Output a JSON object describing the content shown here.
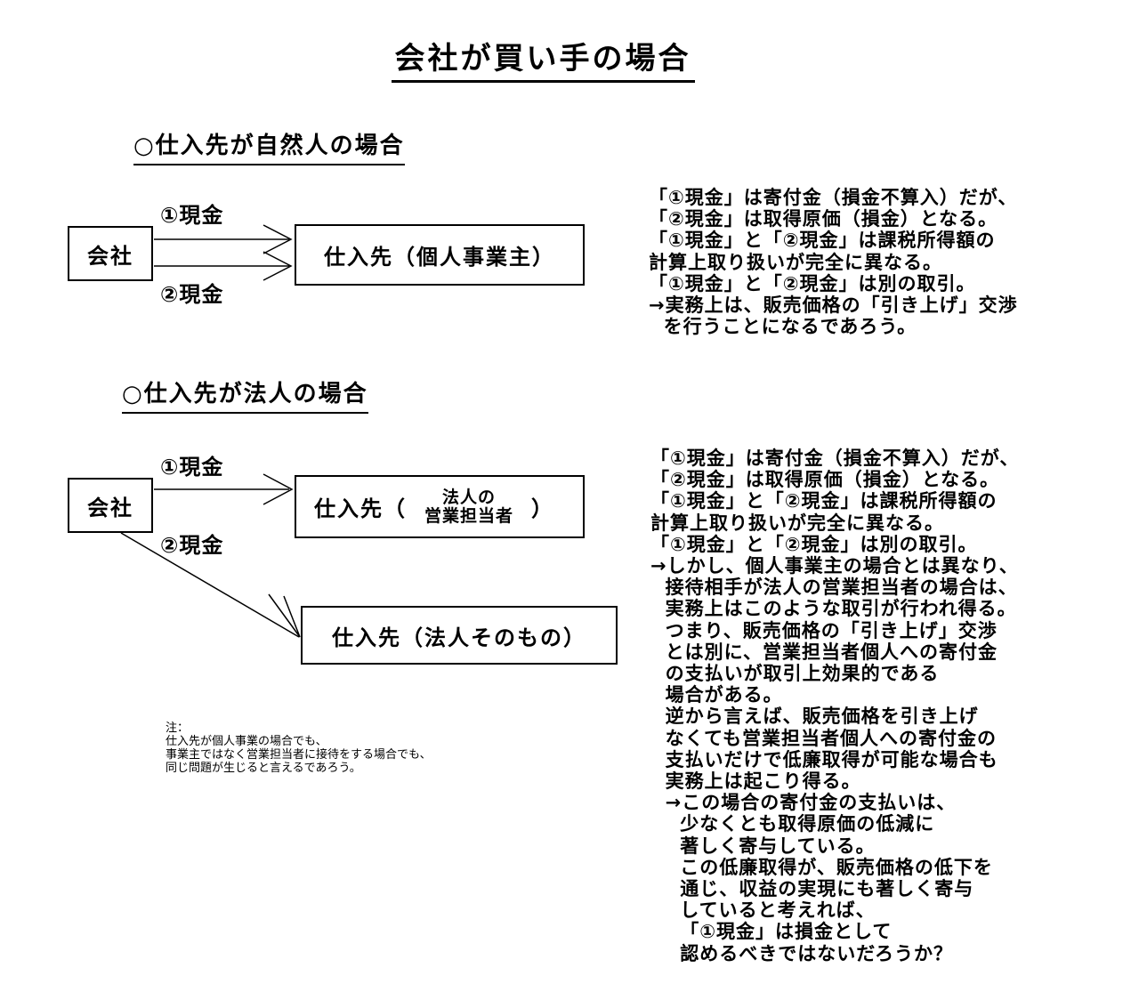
{
  "title": "会社が買い手の場合",
  "section1": {
    "heading": "○仕入先が自然人の場合",
    "company": "会社",
    "supplier": "仕入先（個人事業主）",
    "cash1": "①現金",
    "cash2": "②現金",
    "explanation": [
      "「①現金」は寄付金（損金不算入）だが、",
      "「②現金」は取得原価（損金）となる。",
      "「①現金」と「②現金」は課税所得額の",
      "計算上取り扱いが完全に異なる。",
      "「①現金」と「②現金」は別の取引。",
      "→実務上は、販売価格の「引き上げ」交渉",
      "  を行うことになるであろう。"
    ]
  },
  "section2": {
    "heading": "○仕入先が法人の場合",
    "company": "会社",
    "supplier_prefix": "仕入先（",
    "supplier_line1": "法人の",
    "supplier_line2": "営業担当者",
    "supplier_suffix": "）",
    "supplier2": "仕入先（法人そのもの）",
    "cash1": "①現金",
    "cash2": "②現金",
    "explanation": [
      "「①現金」は寄付金（損金不算入）だが、",
      "「②現金」は取得原価（損金）となる。",
      "「①現金」と「②現金」は課税所得額の",
      "計算上取り扱いが完全に異なる。",
      "「①現金」と「②現金」は別の取引。",
      "→しかし、個人事業主の場合とは異なり、",
      "  接待相手が法人の営業担当者の場合は、",
      "  実務上はこのような取引が行われ得る。",
      "  つまり、販売価格の「引き上げ」交渉",
      "  とは別に、営業担当者個人への寄付金",
      "  の支払いが取引上効果的である",
      "  場合がある。",
      "  逆から言えば、販売価格を引き上げ",
      "  なくても営業担当者個人への寄付金の",
      "  支払いだけで低廉取得が可能な場合も",
      "  実務上は起こり得る。",
      "  →この場合の寄付金の支払いは、",
      "    少なくとも取得原価の低減に",
      "    著しく寄与している。",
      "    この低廉取得が、販売価格の低下を",
      "    通じ、収益の実現にも著しく寄与",
      "    していると考えれば、",
      "    「①現金」は損金として",
      "    認めるべきではないだろうか？"
    ]
  },
  "note": {
    "label": "注：",
    "lines": [
      "仕入先が個人事業の場合でも、",
      "事業主ではなく営業担当者に接待をする場合でも、",
      "同じ問題が生じると言えるであろう。"
    ]
  }
}
